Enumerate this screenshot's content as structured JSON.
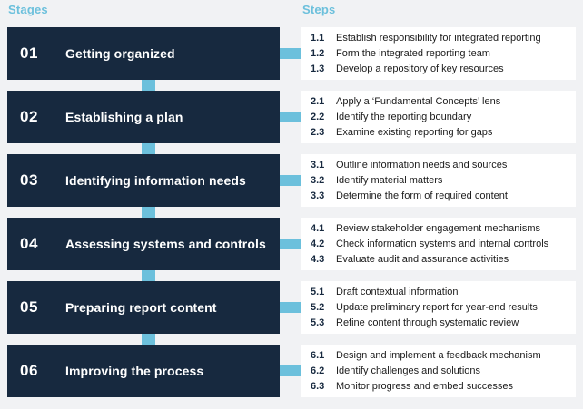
{
  "headers": {
    "stages": "Stages",
    "steps": "Steps"
  },
  "colors": {
    "stage_box": "#17293f",
    "accent": "#6cc0dc",
    "background": "#f1f2f4",
    "panel": "#ffffff",
    "step_text": "#1b1b1b"
  },
  "stages": [
    {
      "number": "01",
      "title": "Getting organized",
      "steps": [
        {
          "num": "1.1",
          "text": "Establish responsibility for integrated reporting"
        },
        {
          "num": "1.2",
          "text": "Form the integrated reporting team"
        },
        {
          "num": "1.3",
          "text": "Develop a repository of key resources"
        }
      ]
    },
    {
      "number": "02",
      "title": "Establishing a plan",
      "steps": [
        {
          "num": "2.1",
          "text": "Apply a ‘Fundamental Concepts’ lens"
        },
        {
          "num": "2.2",
          "text": "Identify the reporting boundary"
        },
        {
          "num": "2.3",
          "text": "Examine existing reporting for gaps"
        }
      ]
    },
    {
      "number": "03",
      "title": "Identifying information needs",
      "steps": [
        {
          "num": "3.1",
          "text": "Outline information needs and sources"
        },
        {
          "num": "3.2",
          "text": "Identify material matters"
        },
        {
          "num": "3.3",
          "text": "Determine the form of required content"
        }
      ]
    },
    {
      "number": "04",
      "title": "Assessing systems and controls",
      "steps": [
        {
          "num": "4.1",
          "text": "Review stakeholder engagement mechanisms"
        },
        {
          "num": "4.2",
          "text": "Check information systems and internal controls"
        },
        {
          "num": "4.3",
          "text": "Evaluate audit and assurance activities"
        }
      ]
    },
    {
      "number": "05",
      "title": "Preparing report content",
      "steps": [
        {
          "num": "5.1",
          "text": "Draft contextual information"
        },
        {
          "num": "5.2",
          "text": "Update preliminary report for year-end results"
        },
        {
          "num": "5.3",
          "text": "Refine content through systematic review"
        }
      ]
    },
    {
      "number": "06",
      "title": "Improving the process",
      "steps": [
        {
          "num": "6.1",
          "text": "Design and implement a feedback mechanism"
        },
        {
          "num": "6.2",
          "text": "Identify challenges and solutions"
        },
        {
          "num": "6.3",
          "text": "Monitor progress and embed successes"
        }
      ]
    }
  ]
}
